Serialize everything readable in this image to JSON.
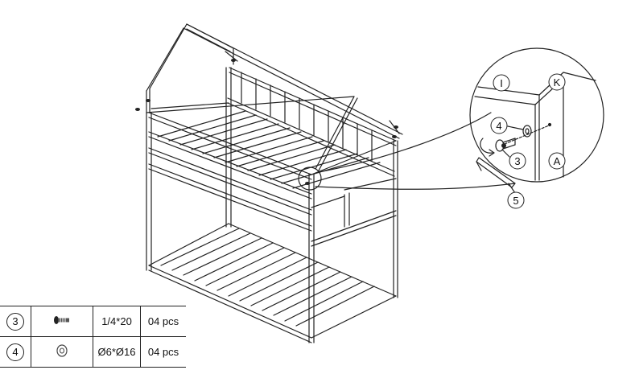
{
  "callouts": {
    "panel_i": "I",
    "panel_k": "K",
    "washer_ref": "4",
    "bolt_ref": "3",
    "panel_a": "A",
    "wrench_ref": "5"
  },
  "parts_table": {
    "rows": [
      {
        "number": "3",
        "icon": "bolt-icon",
        "size": "1/4*20",
        "quantity": "04 pcs"
      },
      {
        "number": "4",
        "icon": "washer-icon",
        "size": "Ø6*Ø16",
        "quantity": "04 pcs"
      }
    ]
  }
}
